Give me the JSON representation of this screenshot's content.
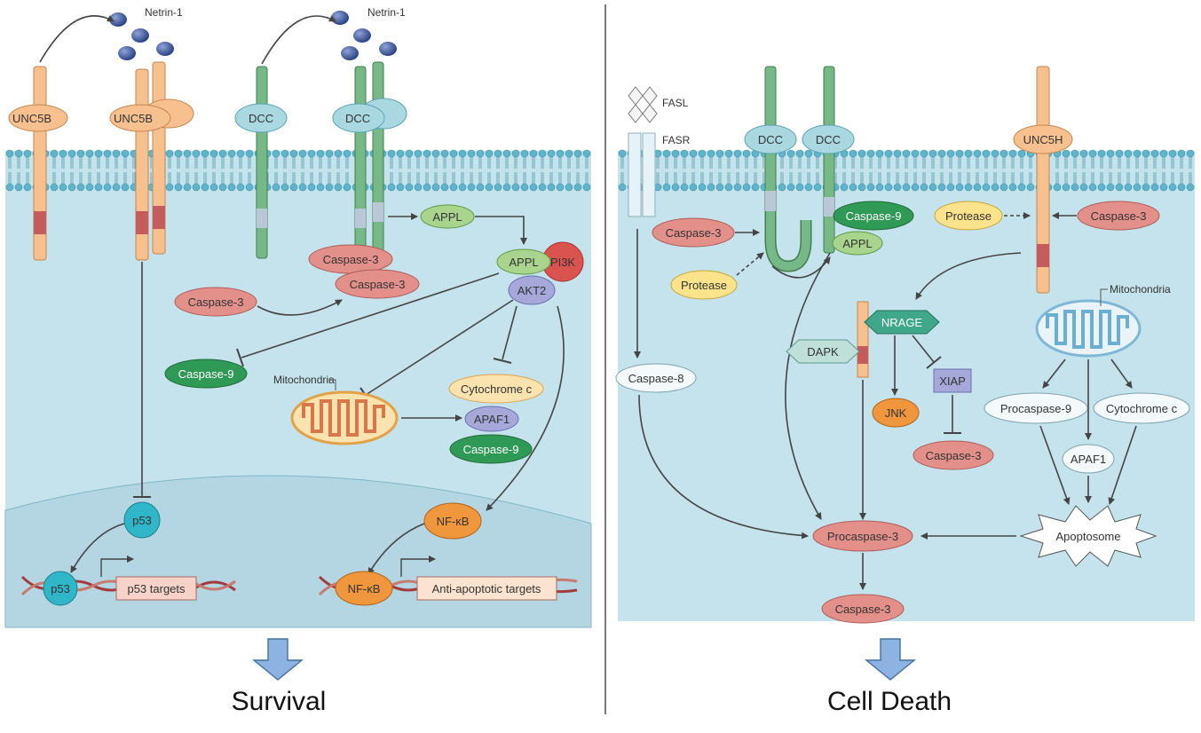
{
  "left_panel": {
    "ligand_label_1": "Netrin-1",
    "ligand_label_2": "Netrin-1",
    "unc5b_a": "UNC5B",
    "unc5b_b": "UNC5B",
    "dcc_a": "DCC",
    "dcc_b": "DCC",
    "appl_top": "APPL",
    "appl": "APPL",
    "pi3k": "PI3K",
    "akt2": "AKT2",
    "casp3_bound_1": "Caspase-3",
    "casp3_bound_2": "Caspase-3",
    "casp3_free": "Caspase-3",
    "casp9_free": "Caspase-9",
    "mitochondria": "Mitochondria",
    "cytochrome": "Cytochrome c",
    "apaf1": "APAF1",
    "casp9_complex": "Caspase-9",
    "p53_nuc": "p53",
    "p53_dna": "p53",
    "p53_targets": "p53 targets",
    "nfkb_nuc": "NF-κB",
    "nfkb_dna": "NF-κB",
    "antiapoptotic": "Anti-apoptotic targets"
  },
  "right_panel": {
    "fasl": "FASL",
    "fasr": "FASR",
    "dcc_a": "DCC",
    "dcc_b": "DCC",
    "unc5h": "UNC5H",
    "casp3_left": "Caspase-3",
    "protease_left": "Protease",
    "casp9": "Caspase-9",
    "appl": "APPL",
    "protease_right": "Protease",
    "casp3_right": "Caspase-3",
    "mitochondria": "Mitochondria",
    "nrage": "NRAGE",
    "dapk": "DAPK",
    "jnk": "JNK",
    "xiap": "XIAP",
    "casp3_xiap": "Caspase-3",
    "casp8": "Caspase-8",
    "procasp9": "Procaspase-9",
    "cytochrome": "Cytochrome c",
    "apaf1": "APAF1",
    "apoptosome": "Apoptosome",
    "procasp3": "Procaspase-3",
    "casp3_final": "Caspase-3"
  },
  "captions": {
    "left": "Survival",
    "right": "Cell Death"
  },
  "colors": {
    "cytoplasm": "#c5e3ec",
    "nucleus": "#b3d6e2",
    "membrane": "#5fb6cc",
    "unc5b": "#f6c18f",
    "dcc": "#76b886",
    "caspase3": "#e3908a",
    "caspase9": "#2f9a56",
    "p53": "#2fb6c9",
    "nfkb": "#f0963c",
    "divider": "#222222"
  }
}
